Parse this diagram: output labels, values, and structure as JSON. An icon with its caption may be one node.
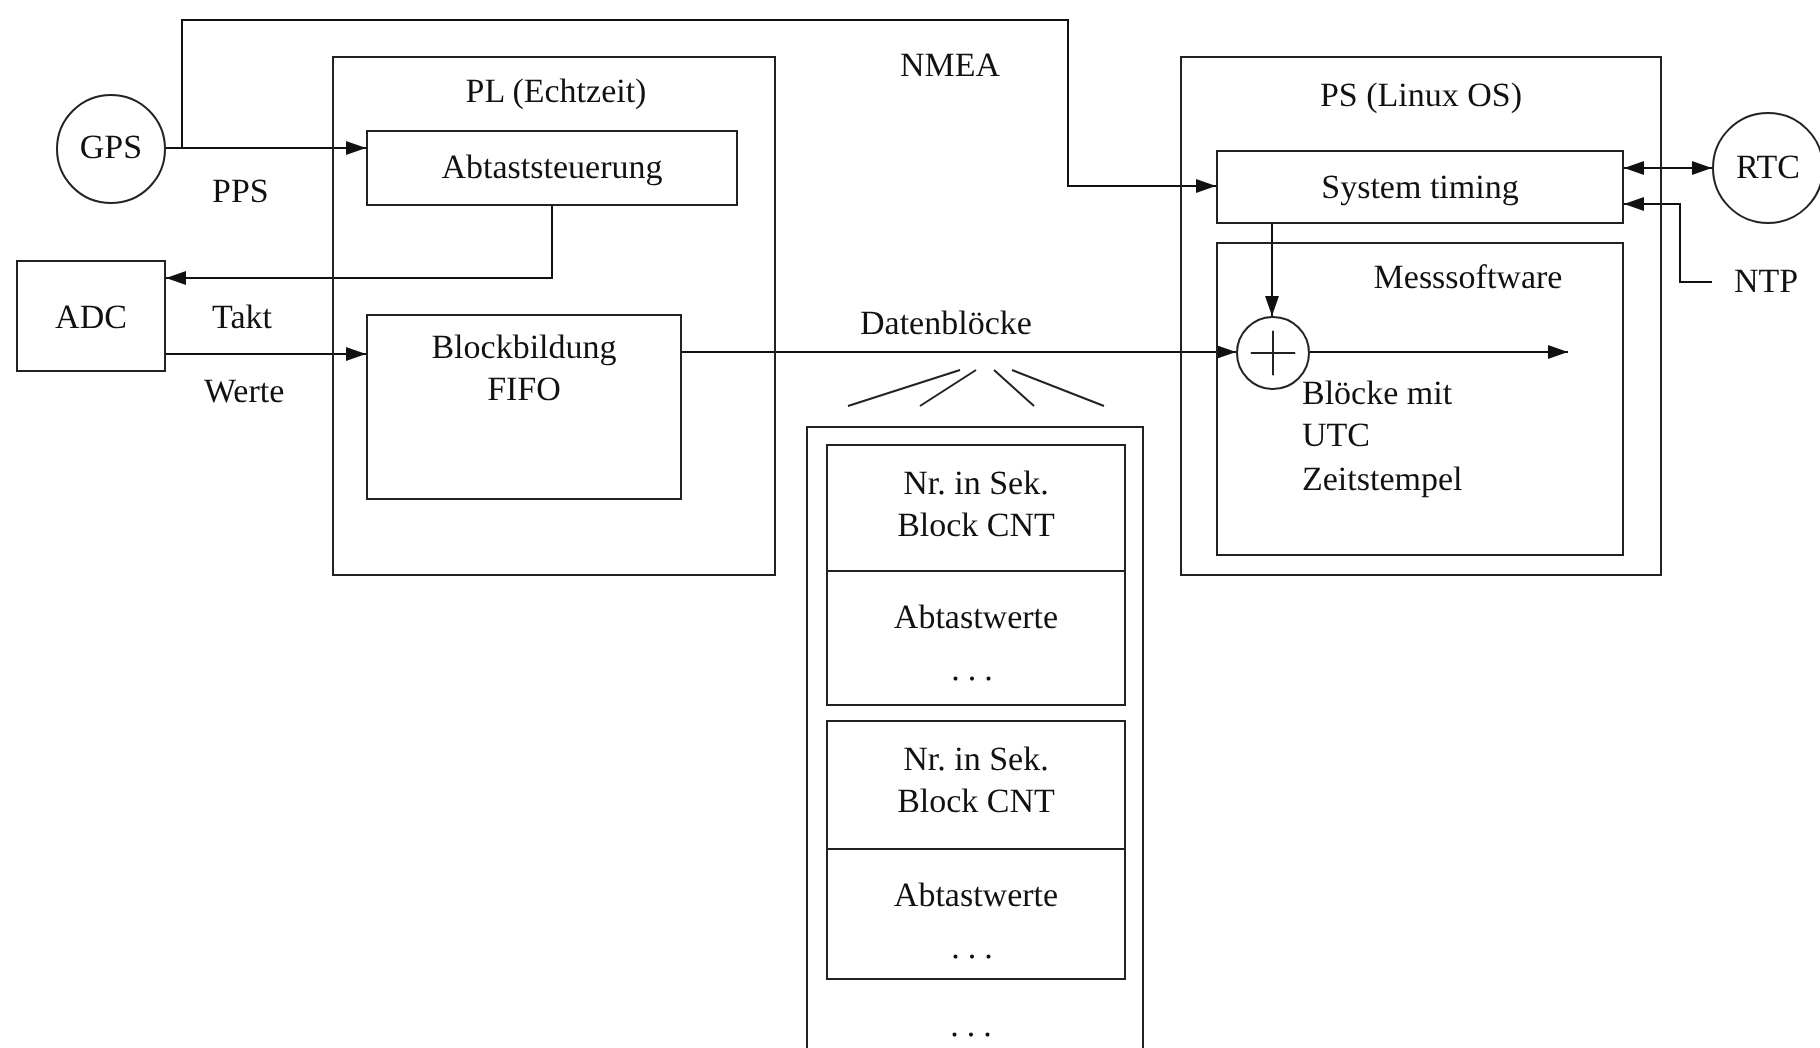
{
  "diagram": {
    "nodes": [
      {
        "text": [
          "GPS"
        ]
      },
      {
        "text": [
          "PL (Echtzeit)"
        ]
      },
      {
        "text": [
          "Abtaststeuerung"
        ],
        "in": 1
      },
      {
        "text": [
          "Blockbildung FIFO"
        ],
        "in": 1
      },
      {
        "text": [
          "ADC"
        ]
      },
      {
        "text": [
          "PS (Linux OS)"
        ]
      },
      {
        "text": [
          "System timing"
        ],
        "in": 5
      },
      {
        "text": [
          "Messsoftware",
          "Blöcke mit UTC Zeitstempel"
        ],
        "in": 5
      },
      {
        "text": [],
        "shape": "circle",
        "in": 7
      },
      {
        "text": [
          "RTC"
        ]
      },
      {
        "text": [
          "NTP"
        ]
      },
      {
        "text": [
          "..."
        ]
      },
      {
        "text": [
          "Nr. in Sek. Block CNT"
        ],
        "in": 11
      },
      {
        "text": [
          "Abtastwerte",
          "..."
        ],
        "in": 11
      },
      {
        "text": [
          "Nr. in Sek. Block CNT"
        ],
        "in": 11
      },
      {
        "text": [
          "Abtastwerte",
          "..."
        ],
        "in": 11
      }
    ],
    "edges": [
      {
        "from": 0,
        "to": 6,
        "arrow": "to",
        "label": "NMEA"
      },
      {
        "from": 0,
        "to": 2,
        "arrow": "to",
        "label": "PPS"
      },
      {
        "from": 2,
        "to": 4,
        "arrow": "to",
        "label": "Takt"
      },
      {
        "from": 4,
        "to": 3,
        "arrow": "to",
        "label": "Werte"
      },
      {
        "from": 3,
        "to": 8,
        "arrow": "to",
        "label": "Datenblöcke"
      },
      {
        "from": 6,
        "to": 8,
        "arrow": "to"
      },
      {
        "from": 8,
        "to": null,
        "arrow": "to"
      },
      {
        "from": 6,
        "to": 9,
        "arrow": "both"
      },
      {
        "from": 10,
        "to": 6,
        "arrow": "to"
      }
    ]
  }
}
